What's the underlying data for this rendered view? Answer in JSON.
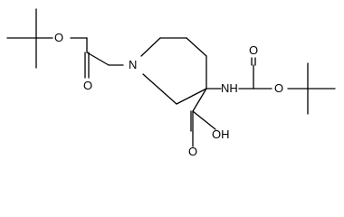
{
  "molecule": {
    "atoms": {
      "o_ether_left": "O",
      "n_ring": "N",
      "o_carbonyl_left": "O",
      "o_carbonyl_right": "O",
      "o_ether_right": "O",
      "nh": "NH",
      "oh": "OH",
      "o_acid_carbonyl": "O"
    }
  }
}
